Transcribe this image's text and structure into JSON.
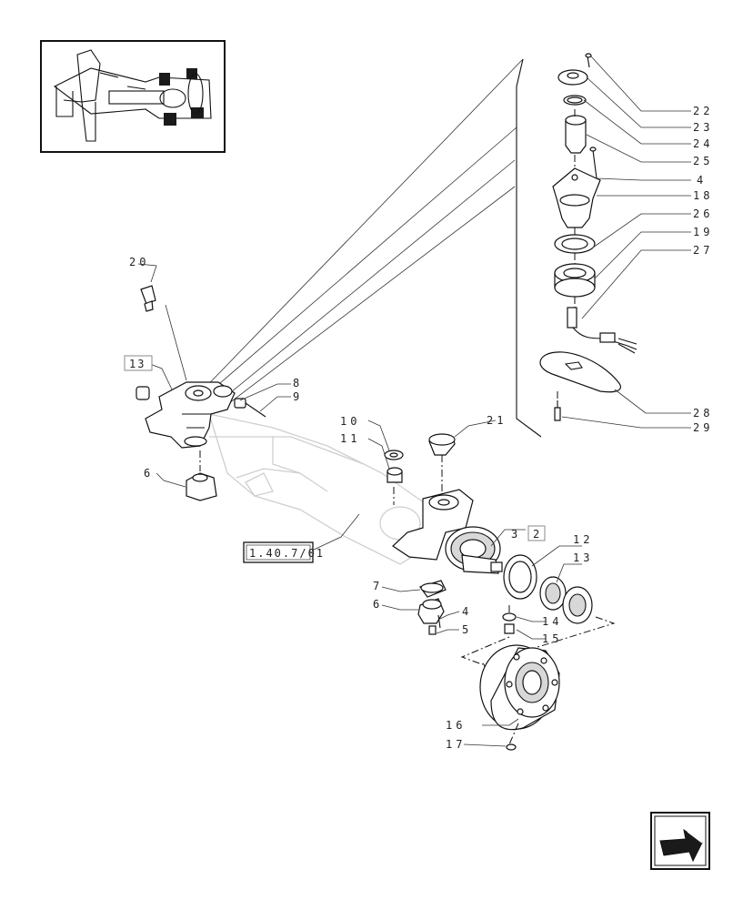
{
  "diagram": {
    "callouts": {
      "c22": "22",
      "c23": "23",
      "c24": "24",
      "c25": "25",
      "c4a": "4",
      "c18": "18",
      "c26": "26",
      "c19": "19",
      "c27": "27",
      "c28": "28",
      "c29": "29",
      "c20": "20",
      "c13box": "13",
      "c8": "8",
      "c9": "9",
      "c6a": "6",
      "c10": "10",
      "c11": "11",
      "c21": "21",
      "c3": "3",
      "c2box": "2",
      "c12": "12",
      "c13": "13",
      "c7": "7",
      "c6b": "6",
      "c4b": "4",
      "c5": "5",
      "c14": "14",
      "c15": "15",
      "c16": "16",
      "c17": "17"
    },
    "reference_box": "1.40.7/01"
  },
  "nav": {
    "icon": "next-page-arrow-icon"
  },
  "colors": {
    "ink": "#111111",
    "ghost": "#cfcfcf",
    "fill_dark": "#1a1a1a"
  }
}
